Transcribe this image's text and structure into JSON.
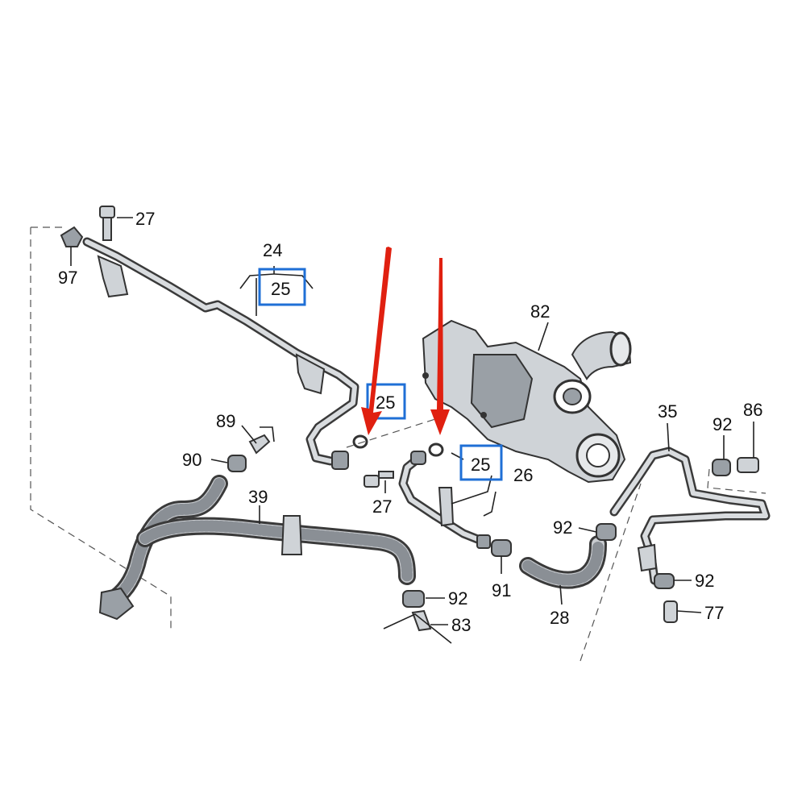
{
  "labels": {
    "p27a": "27",
    "p97": "97",
    "p24": "24",
    "p25a": "25",
    "p25b": "25",
    "p25c": "25",
    "p82": "82",
    "p89": "89",
    "p90": "90",
    "p39": "39",
    "p27b": "27",
    "p26": "26",
    "p35": "35",
    "p92a": "92",
    "p86": "86",
    "p92b": "92",
    "p91": "91",
    "p28": "28",
    "p92c": "92",
    "p83": "83",
    "p92d": "92",
    "p77": "77"
  },
  "colors": {
    "highlight_box": "#1f6fd6",
    "arrow": "#e02010"
  }
}
